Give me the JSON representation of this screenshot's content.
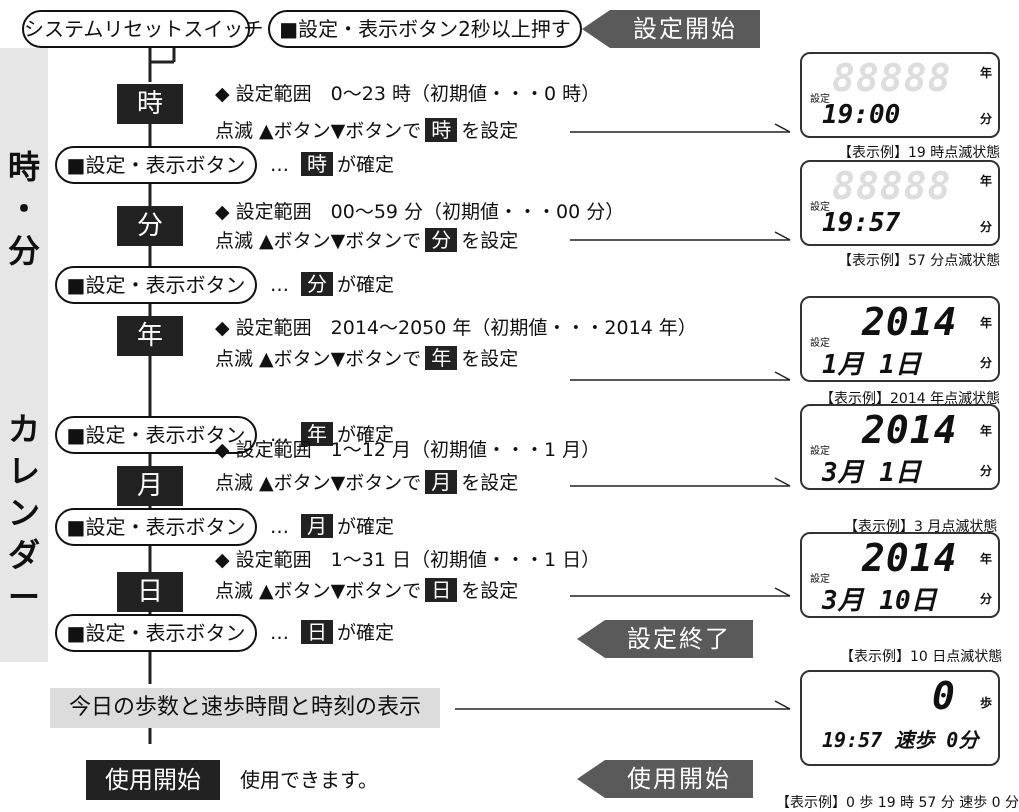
{
  "top": {
    "reset": "システムリセットスイッチ",
    "press": "■設定・表示ボタン2秒以上押す",
    "start_tag": "設定開始"
  },
  "side": {
    "group1": [
      "時",
      "・",
      "分"
    ],
    "group2": [
      "カ",
      "レ",
      "ン",
      "ダ",
      "ー"
    ]
  },
  "steps": [
    {
      "label": "時",
      "range": "◆ 設定範囲　0～23 時（初期値・・・0 時）",
      "blink_pre": "点滅 ▲ボタン▼ボタンで",
      "blink_post": "を設定",
      "confirm_btn": "■設定・表示ボタン",
      "confirm_mid": "…",
      "confirm_post": "が確定"
    },
    {
      "label": "分",
      "range": "◆ 設定範囲　00～59 分（初期値・・・00 分）",
      "blink_pre": "点滅 ▲ボタン▼ボタンで",
      "blink_post": "を設定",
      "confirm_btn": "■設定・表示ボタン",
      "confirm_mid": "…",
      "confirm_post": "が確定"
    },
    {
      "label": "年",
      "range": "◆ 設定範囲　2014～2050 年（初期値・・・2014 年）",
      "blink_pre": "点滅 ▲ボタン▼ボタンで",
      "blink_post": "を設定",
      "confirm_btn": "■設定・表示ボタン",
      "confirm_mid": "…",
      "confirm_post": "が確定"
    },
    {
      "label": "月",
      "range": "◆ 設定範囲　1～12 月（初期値・・・1 月）",
      "blink_pre": "点滅 ▲ボタン▼ボタンで",
      "blink_post": "を設定",
      "confirm_btn": "■設定・表示ボタン",
      "confirm_mid": "…",
      "confirm_post": "が確定"
    },
    {
      "label": "日",
      "range": "◆ 設定範囲　1～31 日（初期値・・・1 日）",
      "blink_pre": "点滅 ▲ボタン▼ボタンで",
      "blink_post": "を設定",
      "confirm_btn": "■設定・表示ボタン",
      "confirm_mid": "…",
      "confirm_post": "が確定"
    }
  ],
  "end_tag": "設定終了",
  "today": "今日の歩数と速歩時間と時刻の表示",
  "use_start": "使用開始",
  "use_text": "使用できます。",
  "use_tag": "使用開始",
  "displays": [
    {
      "caption": "【表示例】19 時点滅状態",
      "big": "88888",
      "small": "19:00",
      "big_on": false
    },
    {
      "caption": "【表示例】57 分点滅状態",
      "big": "88888",
      "small": "19:57",
      "big_on": false
    },
    {
      "caption": "【表示例】2014 年点滅状態",
      "big": "2014",
      "small": "1月 1日",
      "big_on": true
    },
    {
      "caption": "【表示例】3 月点滅状態",
      "big": "2014",
      "small": "3月 1日",
      "big_on": true
    },
    {
      "caption": "【表示例】10 日点滅状態",
      "big": "2014",
      "small": "3月 10日",
      "big_on": true
    },
    {
      "caption": "【表示例】0 歩 19 時 57 分 速歩 0 分",
      "big": "0",
      "small": "19:57 速歩 0分",
      "big_on": true
    }
  ],
  "lcd_label": "設定",
  "units": {
    "year": "年",
    "step": "歩",
    "minute": "分"
  }
}
